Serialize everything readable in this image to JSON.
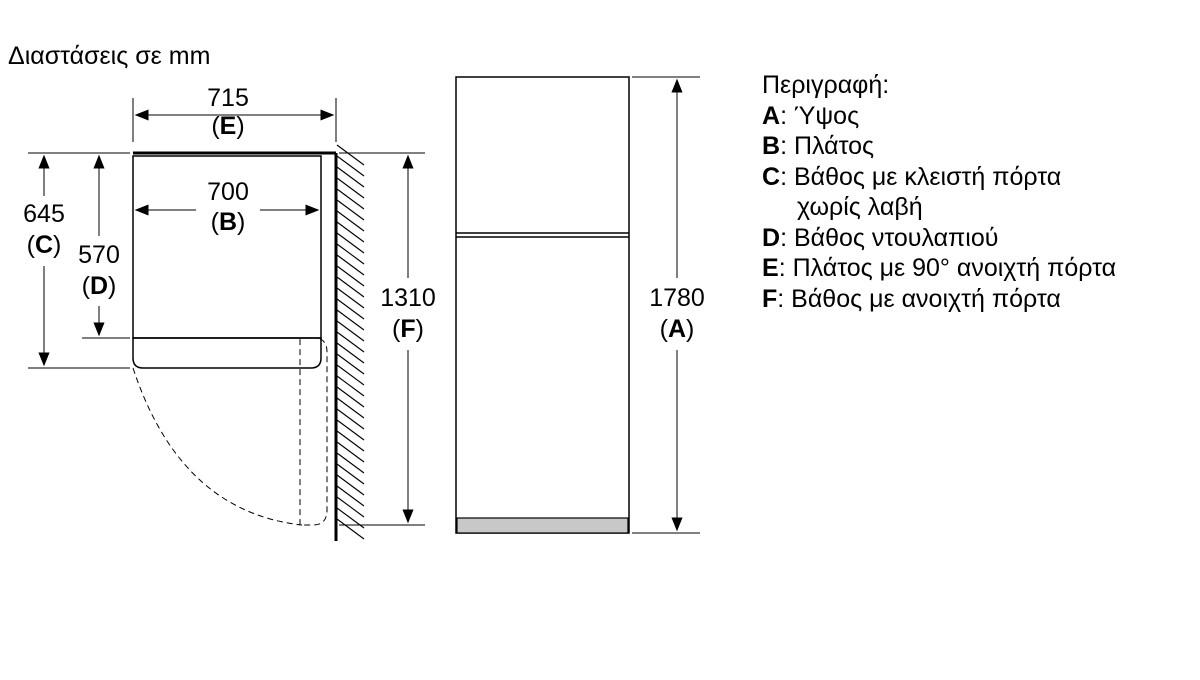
{
  "title": "Διαστάσεις σε mm",
  "dimensions": {
    "E": {
      "value": "715",
      "letter": "E"
    },
    "B": {
      "value": "700",
      "letter": "B"
    },
    "C": {
      "value": "645",
      "letter": "C"
    },
    "D": {
      "value": "570",
      "letter": "D"
    },
    "F": {
      "value": "1310",
      "letter": "F"
    },
    "A": {
      "value": "1780",
      "letter": "A"
    }
  },
  "legend": {
    "heading": "Περιγραφή:",
    "items": [
      {
        "key": "A",
        "text": ": Ύψος"
      },
      {
        "key": "B",
        "text": ": Πλάτος"
      },
      {
        "key": "C",
        "text": ": Βάθος με κλειστή πόρτα",
        "continuation": "χωρίς λαβή"
      },
      {
        "key": "D",
        "text": ": Βάθος ντουλαπιού"
      },
      {
        "key": "E",
        "text": ": Πλάτος με 90° ανοιχτή πόρτα"
      },
      {
        "key": "F",
        "text": ": Βάθος με ανοιχτή πόρτα"
      }
    ]
  }
}
